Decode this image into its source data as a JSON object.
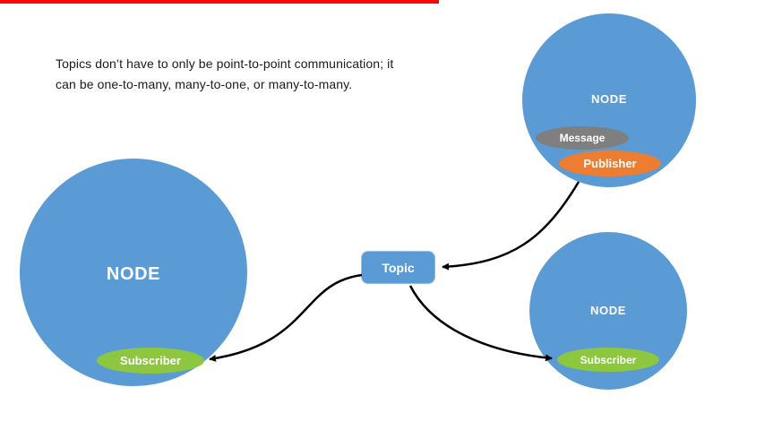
{
  "page": {
    "background": "#ffffff",
    "progress_bar_color": "#f90606"
  },
  "caption": {
    "line1": "Topics don’t have to only be point-to-point communication; it",
    "line2": "can be one-to-many, many-to-one, or many-to-many."
  },
  "topic": {
    "label": "Topic",
    "color": "#5b9bd5"
  },
  "nodes": {
    "left": {
      "label": "NODE",
      "color": "#5b9bd5",
      "subscriber": {
        "label": "Subscriber",
        "color": "#8dc63f"
      }
    },
    "top_right": {
      "label": "NODE",
      "color": "#5b9bd5",
      "message": {
        "label": "Message",
        "color": "#7f7f7f"
      },
      "publisher": {
        "label": "Publisher",
        "color": "#ed7d31"
      }
    },
    "bottom_right": {
      "label": "NODE",
      "color": "#5b9bd5",
      "subscriber": {
        "label": "Subscriber",
        "color": "#8dc63f"
      }
    }
  },
  "arrows": {
    "color": "#000000",
    "publisher_to_topic": "from publisher oval to topic box",
    "topic_to_left_subscriber": "from topic box to left node subscriber",
    "topic_to_right_subscriber": "from topic box to bottom-right node subscriber"
  }
}
